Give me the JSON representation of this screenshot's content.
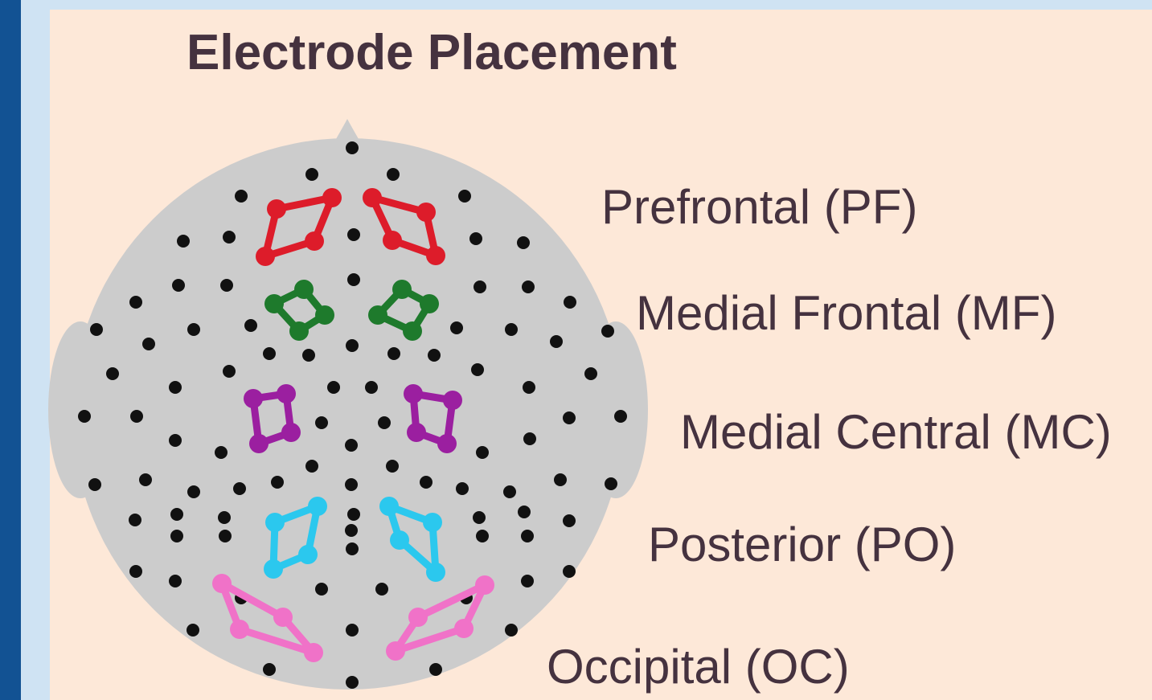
{
  "title": "Electrode Placement",
  "colors": {
    "frame_bar": "#125293",
    "frame_bg": "#cfe3f3",
    "panel_bg": "#fde8d8",
    "head_fill": "#cccccc",
    "electrode": "#111111",
    "text": "#45323f"
  },
  "regions": [
    {
      "key": "pf",
      "label": "Prefrontal (PF)",
      "color": "#dd1c2a"
    },
    {
      "key": "mf",
      "label": "Medial Frontal (MF)",
      "color": "#1e7a2c"
    },
    {
      "key": "mc",
      "label": "Medial Central (MC)",
      "color": "#9b1fa0"
    },
    {
      "key": "po",
      "label": "Posterior (PO)",
      "color": "#2bc8ee"
    },
    {
      "key": "oc",
      "label": "Occipital (OC)",
      "color": "#f072c8"
    }
  ]
}
